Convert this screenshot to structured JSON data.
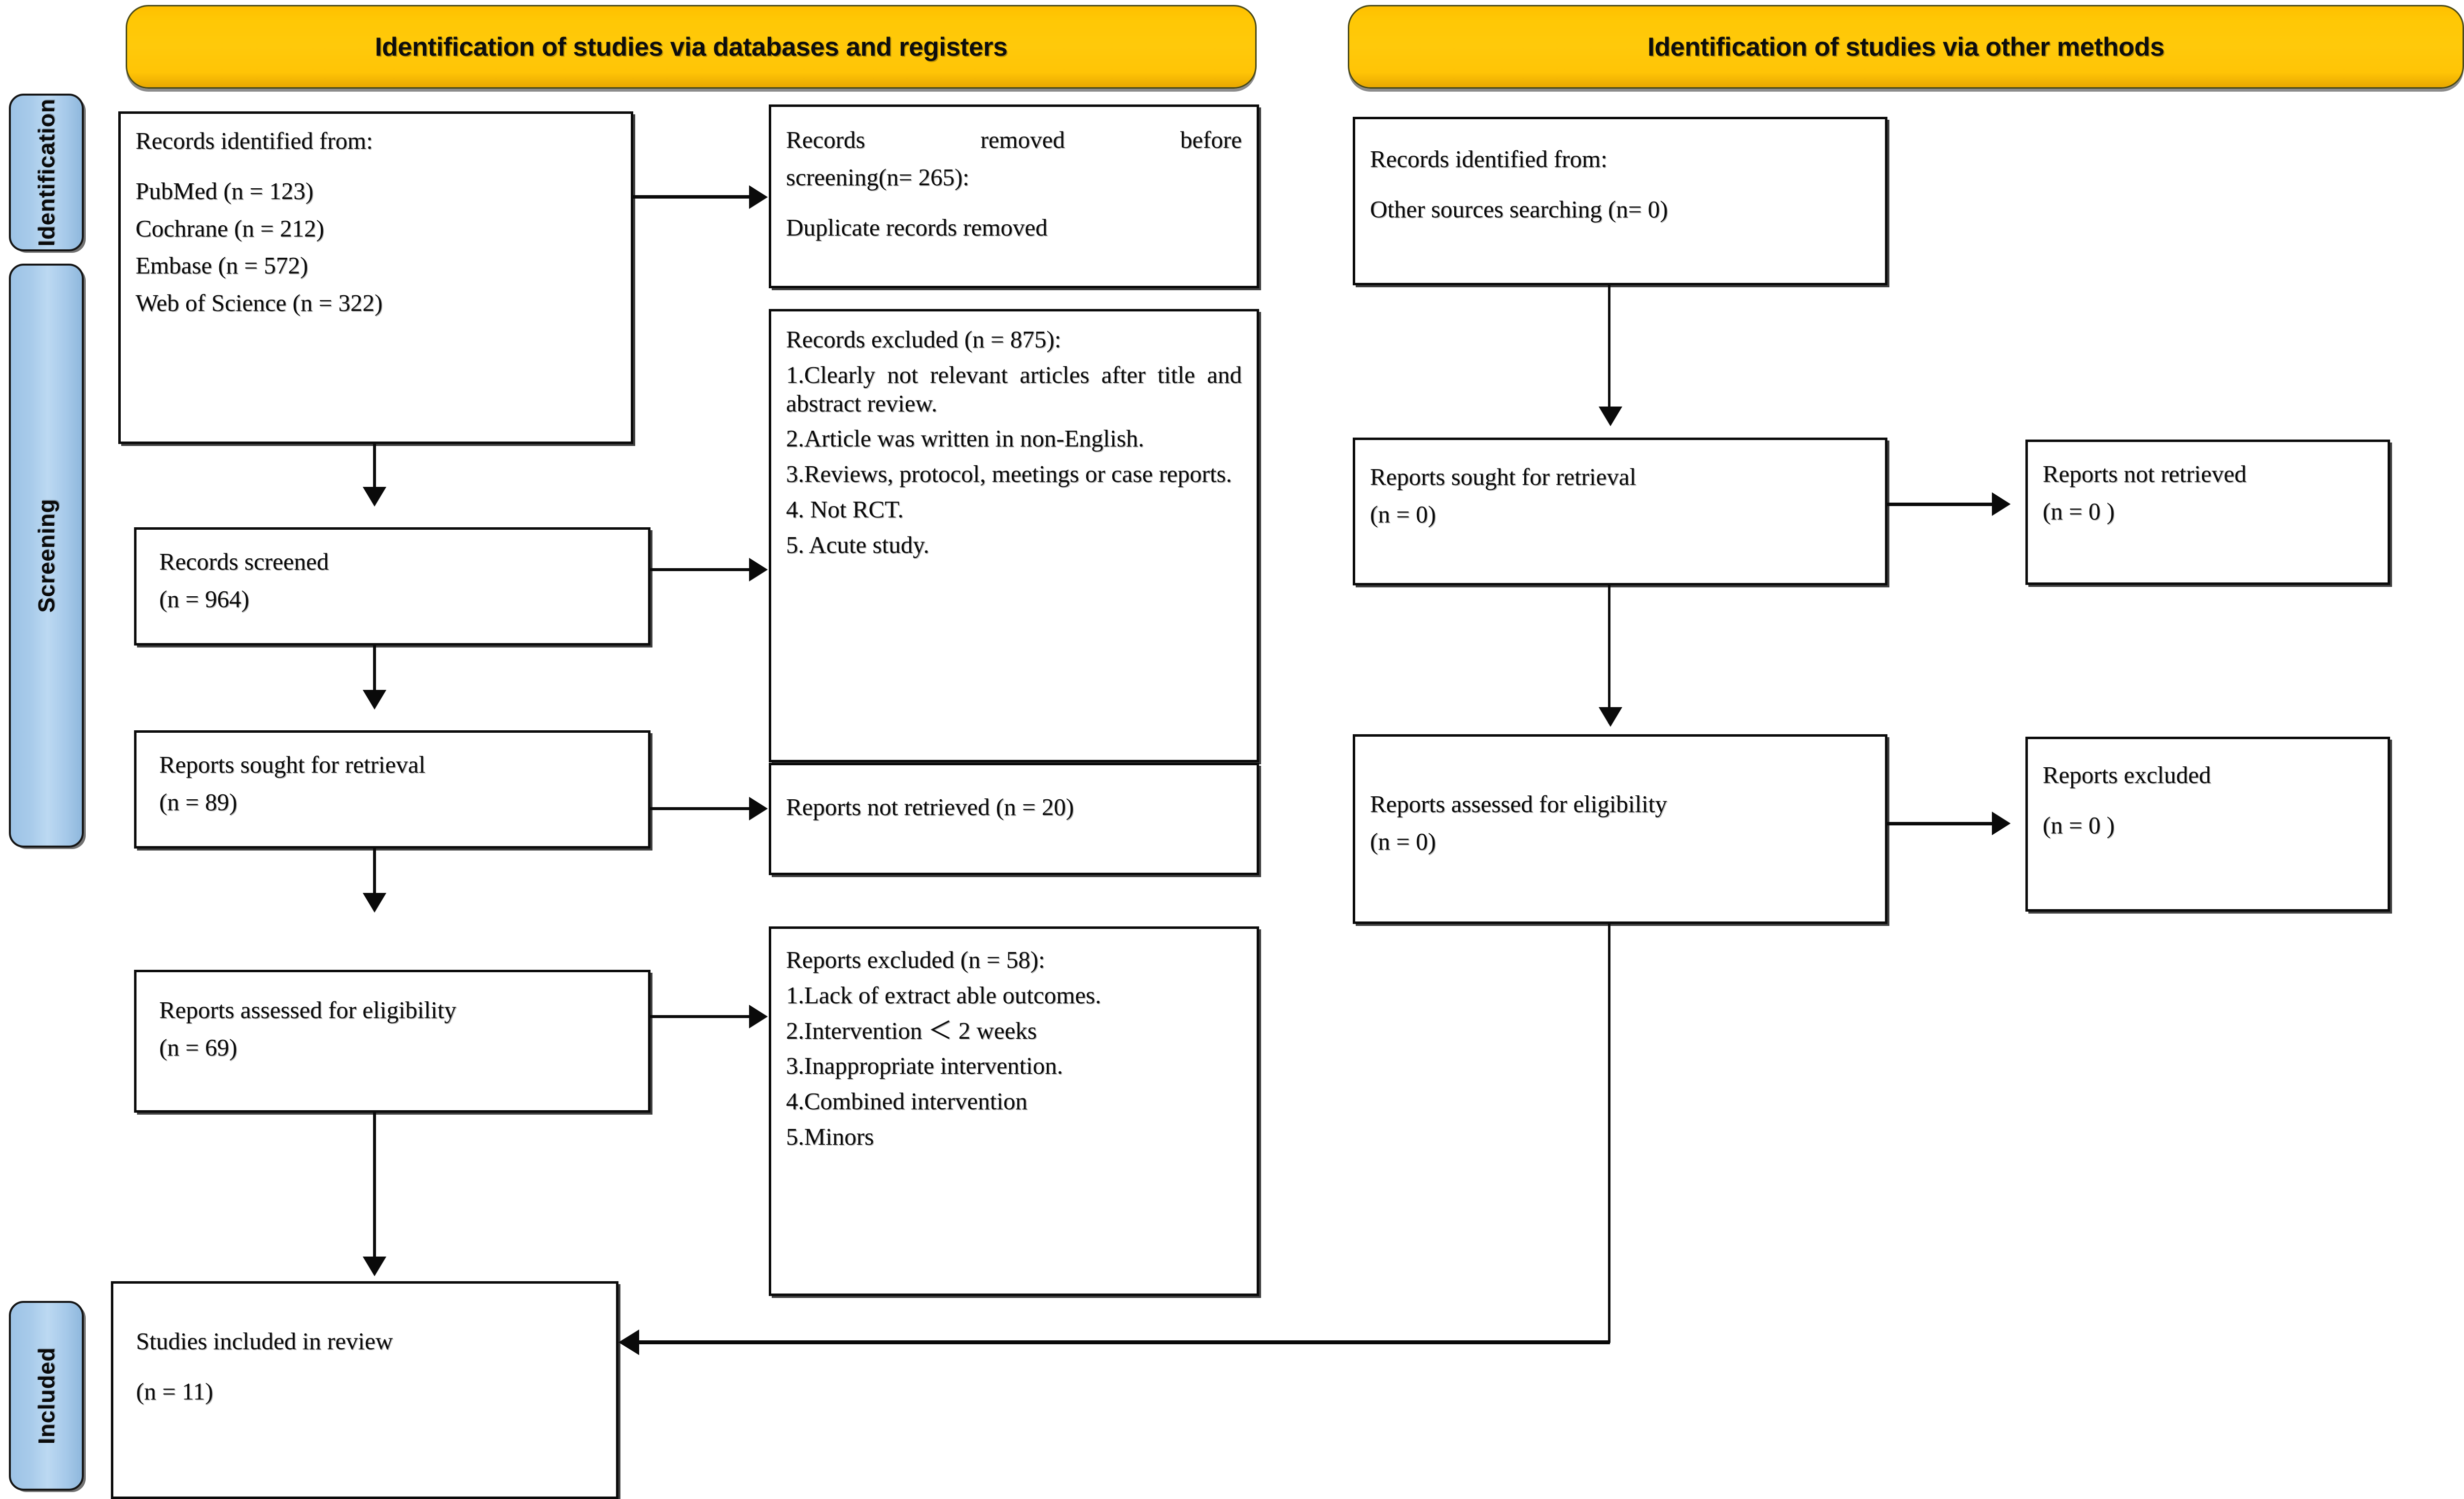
{
  "banners": {
    "left": "Identification of studies via databases and registers",
    "right": "Identification of studies via other methods"
  },
  "phases": {
    "identification": "Identification",
    "screening": "Screening",
    "included": "Included"
  },
  "left_column": {
    "identified": {
      "title": "Records identified from:",
      "sources": [
        "PubMed (n = 123)",
        "Cochrane (n = 212)",
        "Embase (n = 572)",
        "Web of Science (n = 322)"
      ]
    },
    "screened": {
      "label": "Records screened",
      "count": "(n = 964)"
    },
    "sought": {
      "label": "Reports sought for retrieval",
      "count": "(n = 89)"
    },
    "assessed": {
      "label": "Reports assessed for eligibility",
      "count": "(n = 69)"
    },
    "included": {
      "label": "Studies included in review",
      "count": "(n = 11)"
    }
  },
  "left_exclusions": {
    "removed_before_screening": {
      "line1": "Records removed before",
      "line2": "screening(n= 265):",
      "line3": "Duplicate records removed"
    },
    "records_excluded": {
      "title": "Records excluded (n = 875):",
      "reasons": [
        "1.Clearly not relevant articles after title and abstract review.",
        "2.Article was written in non-English.",
        "3.Reviews, protocol, meetings or case reports.",
        "4. Not RCT.",
        "5. Acute study."
      ]
    },
    "reports_not_retrieved": {
      "label": "Reports not retrieved (n = 20)"
    },
    "reports_excluded": {
      "title": "Reports excluded (n = 58):",
      "reasons": [
        "1.Lack of extract able outcomes.",
        "2.Intervention ＜ 2 weeks",
        "3.Inappropriate intervention.",
        "4.Combined intervention",
        "5.Minors"
      ]
    }
  },
  "right_column": {
    "identified": {
      "title": "Records identified from:",
      "source": "Other sources searching (n= 0)"
    },
    "sought": {
      "label": "Reports sought for retrieval",
      "count": "(n = 0)"
    },
    "not_retrieved": {
      "label": "Reports not retrieved",
      "count": "(n = 0 )"
    },
    "assessed": {
      "label": "Reports assessed for eligibility",
      "count": "(n = 0)"
    },
    "excluded": {
      "label": "Reports excluded",
      "count": "(n = 0 )"
    }
  },
  "colors": {
    "banner_fill": "#ffc000",
    "phasebar_fill": "#a8cbea",
    "box_border": "#0b0b0b",
    "page_background": "#ffffff"
  }
}
